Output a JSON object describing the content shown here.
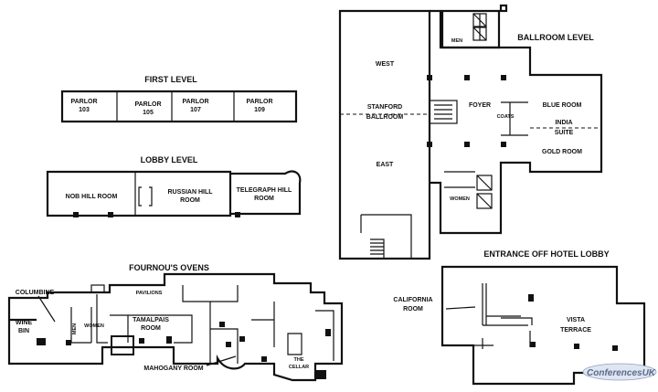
{
  "sections": {
    "first_level": "FIRST LEVEL",
    "lobby_level": "LOBBY LEVEL",
    "fournous_ovens": "FOURNOU'S OVENS",
    "ballroom_level": "BALLROOM LEVEL",
    "entrance": "ENTRANCE OFF HOTEL LOBBY"
  },
  "first_level": {
    "rooms": [
      {
        "line1": "PARLOR",
        "line2": "103"
      },
      {
        "line1": "PARLOR",
        "line2": "105"
      },
      {
        "line1": "PARLOR",
        "line2": "107"
      },
      {
        "line1": "PARLOR",
        "line2": "109"
      }
    ]
  },
  "lobby_level": {
    "nob_hill": "NOB HILL ROOM",
    "russian_hill": {
      "line1": "RUSSIAN HILL",
      "line2": "ROOM"
    },
    "telegraph_hill": {
      "line1": "TELEGRAPH HILL",
      "line2": "ROOM"
    }
  },
  "fournous": {
    "columbine": "COLUMBINE",
    "wine_bin": {
      "line1": "WINE",
      "line2": "BIN"
    },
    "men": "MEN",
    "women": "WOMEN",
    "pavilions": "PAVILIONS",
    "tamalpais": {
      "line1": "TAMALPAIS",
      "line2": "ROOM"
    },
    "mahogany": "MAHOGANY ROOM",
    "cellar": {
      "line1": "THE",
      "line2": "CELLAR"
    }
  },
  "ballroom": {
    "west": "WEST",
    "east": "EAST",
    "stanford": {
      "line1": "STANFORD",
      "line2": "BALLROOM"
    },
    "foyer": "FOYER",
    "coats": "COATS",
    "blue_room": "BLUE ROOM",
    "india_suite": {
      "line1": "INDIA",
      "line2": "SUITE"
    },
    "gold_room": "GOLD ROOM",
    "men": "MEN",
    "women": "WOMEN"
  },
  "entrance_area": {
    "california": {
      "line1": "CALIFORNIA",
      "line2": "ROOM"
    },
    "vista": {
      "line1": "VISTA",
      "line2": "TERRACE"
    }
  },
  "logo": "ConferencesUK"
}
